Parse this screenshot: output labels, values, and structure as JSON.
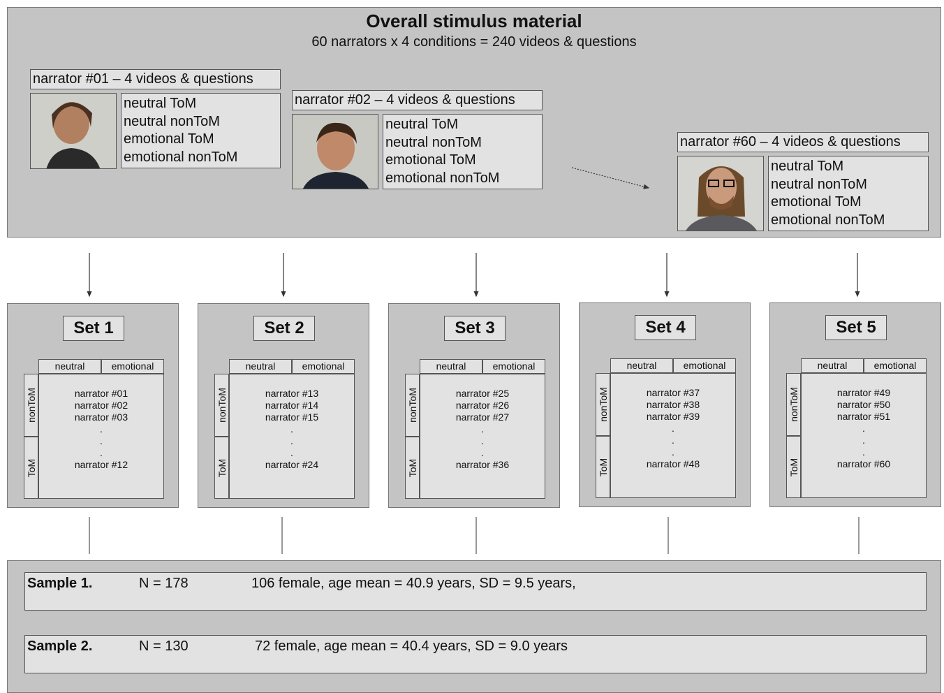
{
  "header": {
    "title": "Overall stimulus material",
    "subtitle": "60 narrators  x  4 conditions = 240 videos & questions"
  },
  "narrators": [
    {
      "label": "narrator #01 – 4 videos & questions",
      "conditions": [
        "neutral ToM",
        "neutral nonToM",
        "emotional ToM",
        "emotional nonToM"
      ]
    },
    {
      "label": "narrator #02 – 4 videos & questions",
      "conditions": [
        "neutral ToM",
        "neutral nonToM",
        "emotional ToM",
        "emotional nonToM"
      ]
    },
    {
      "label": "narrator #60 – 4 videos & questions",
      "conditions": [
        "neutral ToM",
        "neutral nonToM",
        "emotional ToM",
        "emotional nonToM"
      ]
    }
  ],
  "grid_labels": {
    "col1": "neutral",
    "col2": "emotional",
    "row1": "nonToM",
    "row2": "ToM"
  },
  "sets": [
    {
      "title": "Set 1",
      "narrators": [
        "narrator #01",
        "narrator #02",
        "narrator #03"
      ],
      "last": "narrator #12"
    },
    {
      "title": "Set 2",
      "narrators": [
        "narrator #13",
        "narrator #14",
        "narrator #15"
      ],
      "last": "narrator #24"
    },
    {
      "title": "Set 3",
      "narrators": [
        "narrator #25",
        "narrator #26",
        "narrator #27"
      ],
      "last": "narrator #36"
    },
    {
      "title": "Set 4",
      "narrators": [
        "narrator #37",
        "narrator #38",
        "narrator #39"
      ],
      "last": "narrator #48"
    },
    {
      "title": "Set 5",
      "narrators": [
        "narrator #49",
        "narrator #50",
        "narrator #51"
      ],
      "last": "narrator #60"
    }
  ],
  "samples": [
    {
      "label": "Sample 1.",
      "n": "N = 178",
      "desc": "106 female, age mean = 40.9 years, SD = 9.5 years,"
    },
    {
      "label": "Sample 2.",
      "n": "N = 130",
      "desc": "72 female, age mean = 40.4 years, SD = 9.0 years"
    }
  ],
  "colors": {
    "panel": "#c4c4c4",
    "box": "#e2e2e2",
    "border": "#555555"
  }
}
